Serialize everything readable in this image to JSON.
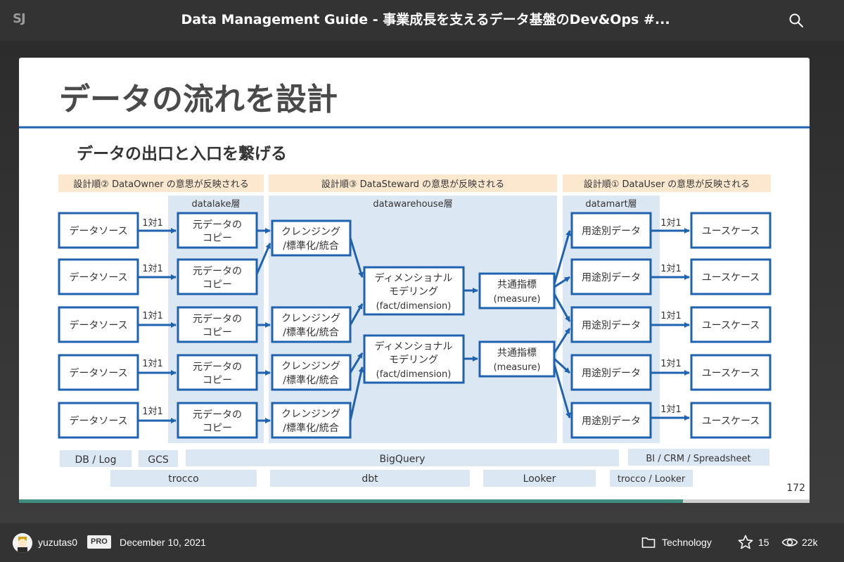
{
  "header": {
    "logo_text": "SJ",
    "title": "Data Management Guide - 事業成長を支えるデータ基盤のDev&Ops #...",
    "search_icon": "search-icon"
  },
  "slide": {
    "title": "データの流れを設計",
    "subtitle": "データの出口と入口を繋げる",
    "page_number": "172",
    "header_bands": [
      "設計順② DataOwner の意思が反映される",
      "設計順③ DataSteward の意思が反映される",
      "設計順① DataUser の意思が反映される"
    ],
    "layers": {
      "datalake": "datalake層",
      "datawarehouse": "datawarehouse層",
      "datamart": "datamart層"
    },
    "one_to_one": "1対1",
    "nodes": {
      "data_source": "データソース",
      "copy_line1": "元データの",
      "copy_line2": "コピー",
      "cleansing_line1": "クレンジング",
      "cleansing_line2": "/標準化/統合",
      "modeling_line1": "ディメンショナル",
      "modeling_line2": "モデリング",
      "modeling_line3": "(fact/dimension)",
      "common_line1": "共通指標",
      "common_line2": "(measure)",
      "purpose_data": "用途別データ",
      "use_case": "ユースケース"
    },
    "tools_row1": [
      "DB / Log",
      "GCS",
      "BigQuery",
      "BI / CRM / Spreadsheet"
    ],
    "tools_row2": [
      "trocco",
      "dbt",
      "Looker",
      "trocco / Looker"
    ],
    "progress": 0.84
  },
  "footer": {
    "author": "yuzutas0",
    "badge": "PRO",
    "date": "December 10, 2021",
    "category": "Technology",
    "stars": "15",
    "views": "22k"
  },
  "colors": {
    "accent_blue": "#1f63b0",
    "band_peach": "#fbe8cf",
    "layer_blue": "#dce7f4",
    "title_gray": "#4a4a4a"
  }
}
